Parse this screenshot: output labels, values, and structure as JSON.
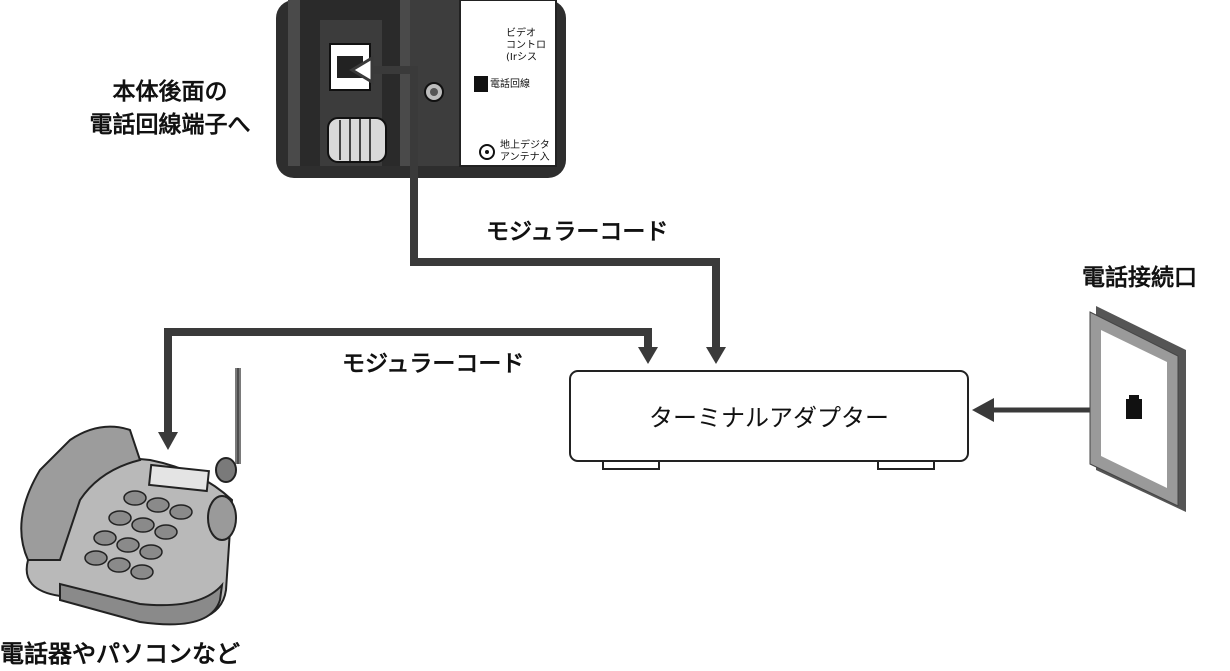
{
  "labels": {
    "rear_panel": [
      "本体後面の",
      "電話回線端子へ"
    ],
    "cable_top": "モジュラーコード",
    "cable_left": "モジュラーコード",
    "wall_jack": "電話接続口",
    "phone": "電話器やパソコンなど",
    "terminal_adapter": "ターミナルアダプター"
  },
  "panel": {
    "video_line1": "ビデオ",
    "video_line2": "コントロ",
    "video_line3": "(Irシス",
    "tel_line": "電話回線",
    "antenna_line1": "地上デジタ",
    "antenna_line2": "アンテナ入"
  },
  "icons": [
    "phone-jack-icon",
    "antenna-connector-icon",
    "telephone-icon",
    "wall-socket-icon"
  ]
}
